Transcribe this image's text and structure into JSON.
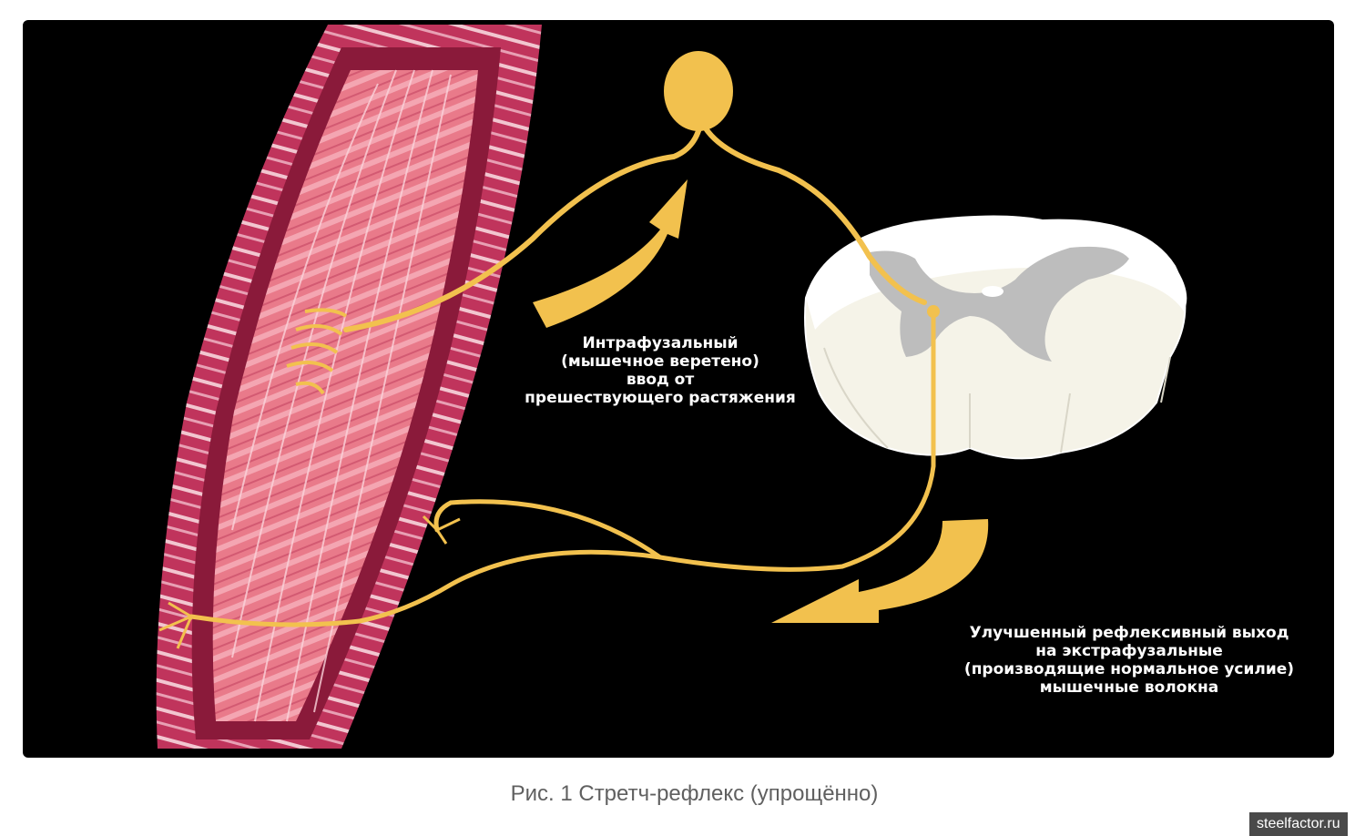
{
  "figure": {
    "label_intrafusal": [
      "Интрафузальный",
      "(мышечное веретено)",
      "ввод от",
      "прешествующего растяжения"
    ],
    "label_extrafusal": [
      "Улучшенный рефлексивный выход",
      "на экстрафузальные",
      "(производящие нормальное усилие)",
      "мышечные волокна"
    ],
    "colors": {
      "background": "#000000",
      "nerve": "#f2c14e",
      "muscle_outer": "#c0345c",
      "muscle_inner": "#e97a8a",
      "spinal_white": "#f5f3e8",
      "spinal_grey": "#bdbdbd"
    }
  },
  "caption": "Рис. 1 Стретч-рефлекс (упрощённо)",
  "watermark": "steelfactor.ru"
}
